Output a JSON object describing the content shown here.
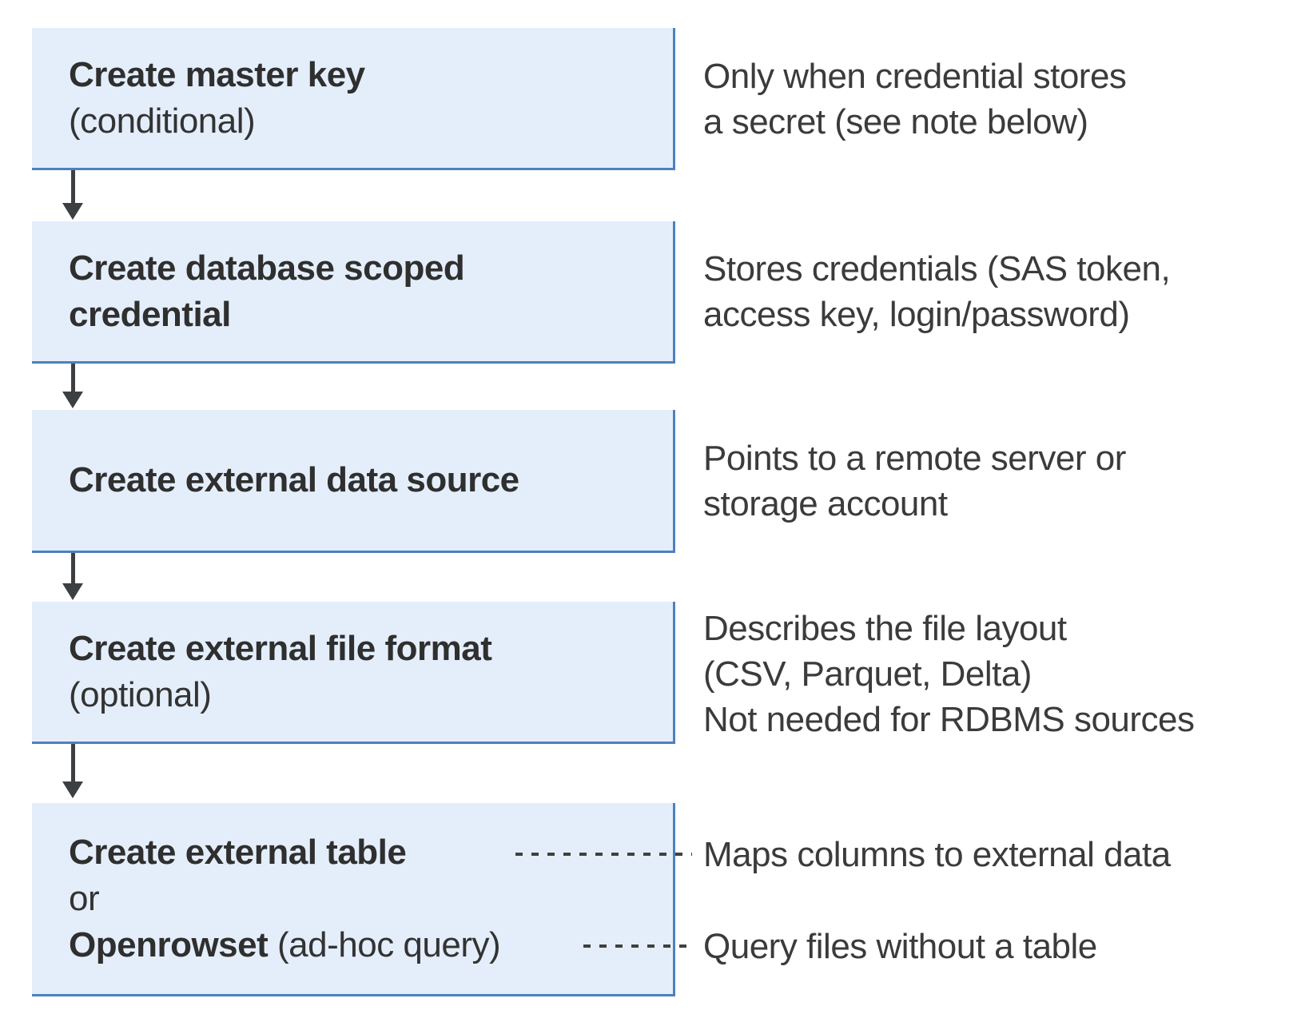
{
  "diagram": {
    "boxes": [
      {
        "lines": [
          {
            "bold": "Create master key"
          },
          {
            "normal": "(conditional)"
          }
        ]
      },
      {
        "lines": [
          {
            "bold": "Create database scoped"
          },
          {
            "bold": "credential"
          }
        ]
      },
      {
        "lines": [
          {
            "bold": "Create external data source"
          }
        ]
      },
      {
        "lines": [
          {
            "bold": "Create external file format"
          },
          {
            "normal": "(optional)"
          }
        ]
      },
      {
        "lines": [
          {
            "bold": "Create external table"
          },
          {
            "normal": "or"
          },
          {
            "bold": "Openrowset",
            "normal": " (ad-hoc query)"
          }
        ]
      }
    ],
    "notes": [
      {
        "lines": [
          "Only when credential stores",
          "a secret (see note below)"
        ]
      },
      {
        "lines": [
          "Stores credentials (SAS token,",
          "access key, login/password)"
        ]
      },
      {
        "lines": [
          "Points to a remote server or",
          "storage account"
        ]
      },
      {
        "lines": [
          "Describes the file layout",
          "(CSV, Parquet, Delta)",
          "Not needed for RDBMS sources"
        ]
      },
      {
        "lines": [
          "Maps columns to external data"
        ]
      },
      {
        "lines": [
          "Query files without a table"
        ]
      }
    ],
    "colors": {
      "box_fill": "#e4eefb",
      "box_border": "#4e80bc",
      "arrow": "#3c4043",
      "dash": "#404040",
      "title_text": "#2f2f2f",
      "note_text": "#3b3b3b"
    }
  }
}
